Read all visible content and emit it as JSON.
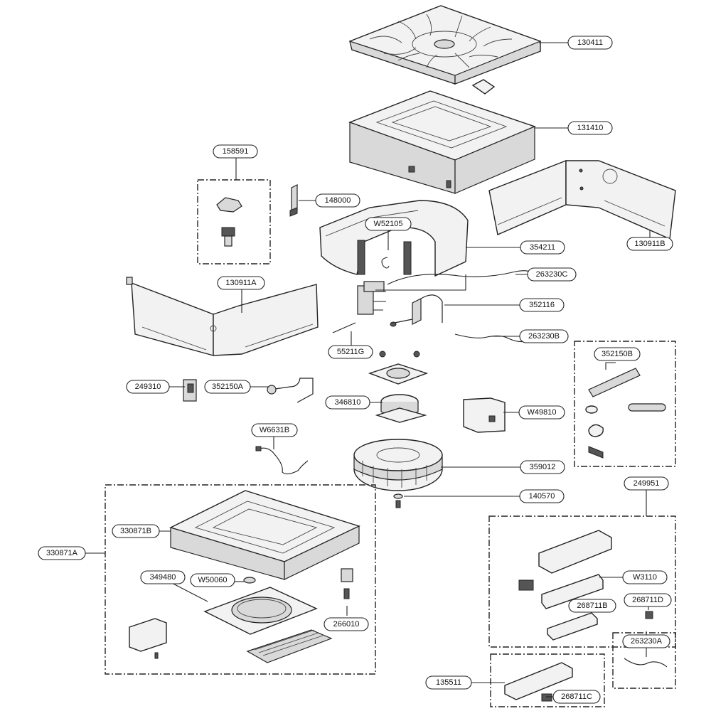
{
  "parts": {
    "p130411": "130411",
    "p131410": "131410",
    "p158591": "158591",
    "p148000": "148000",
    "pW52105": "W52105",
    "p354211": "354211",
    "p130911B": "130911B",
    "p263230C": "263230C",
    "p130911A": "130911A",
    "p352116": "352116",
    "p263230B": "263230B",
    "p55211G": "55211G",
    "p352150B": "352150B",
    "p249310": "249310",
    "p352150A": "352150A",
    "p346810": "346810",
    "pW49810": "W49810",
    "pW6631B": "W6631B",
    "p359012": "359012",
    "p140570": "140570",
    "p249951": "249951",
    "p330871B": "330871B",
    "p330871A": "330871A",
    "p349480": "349480",
    "pW50060": "W50060",
    "pW3110": "W3110",
    "p268711D": "268711D",
    "p268711B": "268711B",
    "p266010": "266010",
    "p263230A": "263230A",
    "p135511": "135511",
    "p268711C": "268711C"
  }
}
